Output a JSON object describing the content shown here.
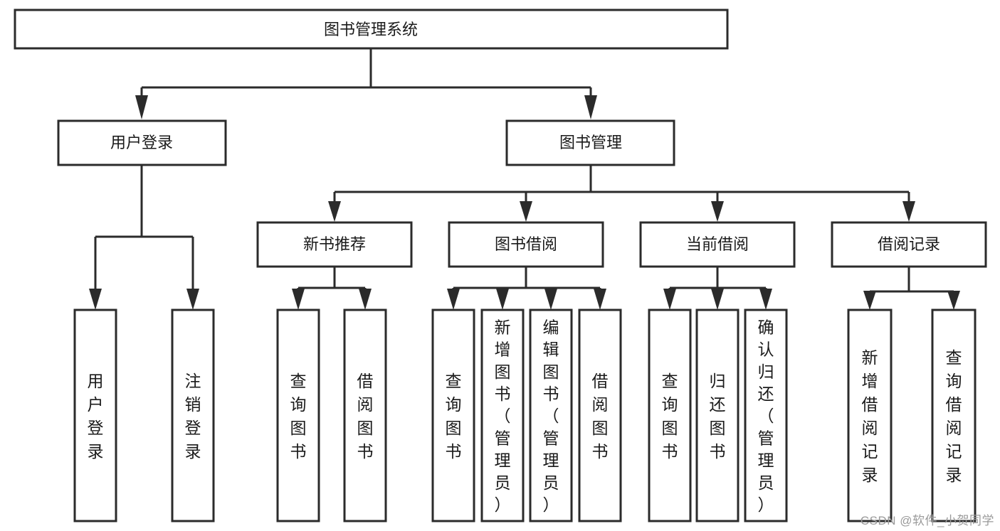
{
  "diagram": {
    "type": "tree-hierarchy-chart",
    "title": "图书管理系统",
    "watermark": "CSDN @软件_小贺同学",
    "colors": {
      "stroke": "#2b2b2b",
      "fill": "#ffffff",
      "text": "#1a1a1a",
      "watermark": "#9a9a9a"
    },
    "levels": {
      "root": {
        "label": "图书管理系统"
      },
      "level2": [
        {
          "id": "user-login",
          "label": "用户登录"
        },
        {
          "id": "book-manage",
          "label": "图书管理"
        }
      ],
      "level3": [
        {
          "id": "new-book-rec",
          "label": "新书推荐",
          "parent": "book-manage"
        },
        {
          "id": "book-borrow",
          "label": "图书借阅",
          "parent": "book-manage"
        },
        {
          "id": "current-borrow",
          "label": "当前借阅",
          "parent": "book-manage"
        },
        {
          "id": "borrow-record",
          "label": "借阅记录",
          "parent": "book-manage"
        }
      ],
      "leaves": [
        {
          "id": "leaf-1",
          "label": "用户登录",
          "parent": "user-login"
        },
        {
          "id": "leaf-2",
          "label": "注销登录",
          "parent": "user-login"
        },
        {
          "id": "leaf-3",
          "label": "查询图书",
          "parent": "new-book-rec"
        },
        {
          "id": "leaf-4",
          "label": "借阅图书",
          "parent": "new-book-rec"
        },
        {
          "id": "leaf-5",
          "label": "查询图书",
          "parent": "book-borrow"
        },
        {
          "id": "leaf-6",
          "label": "新增图书（管理员）",
          "parent": "book-borrow"
        },
        {
          "id": "leaf-7",
          "label": "编辑图书（管理员）",
          "parent": "book-borrow"
        },
        {
          "id": "leaf-8",
          "label": "借阅图书",
          "parent": "book-borrow"
        },
        {
          "id": "leaf-9",
          "label": "查询图书",
          "parent": "current-borrow"
        },
        {
          "id": "leaf-10",
          "label": "归还图书",
          "parent": "current-borrow"
        },
        {
          "id": "leaf-11",
          "label": "确认归还（管理员）",
          "parent": "current-borrow"
        },
        {
          "id": "leaf-12",
          "label": "新增借阅记录",
          "parent": "borrow-record"
        },
        {
          "id": "leaf-13",
          "label": "查询借阅记录",
          "parent": "borrow-record"
        }
      ]
    }
  }
}
